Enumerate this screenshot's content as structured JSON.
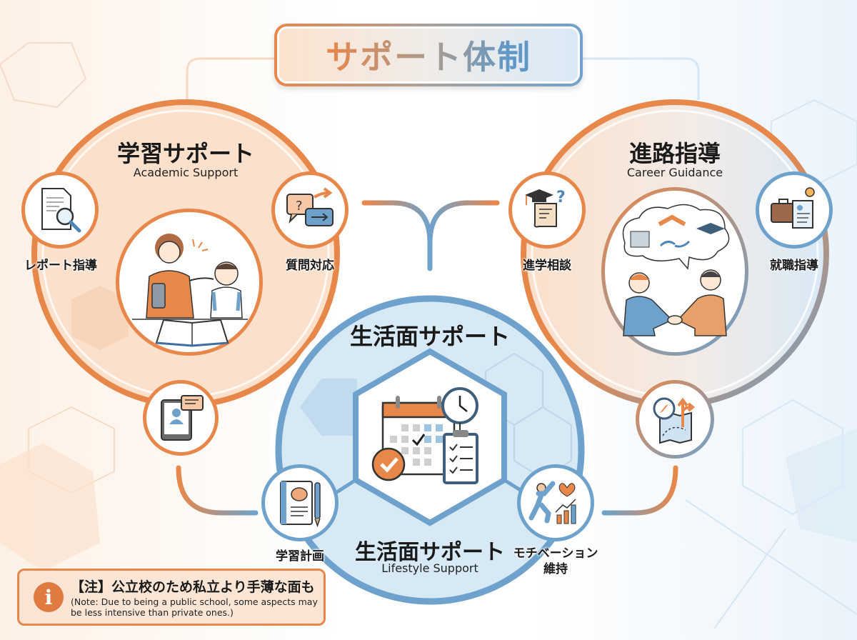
{
  "header": {
    "title": "サポート体制"
  },
  "academic": {
    "title": "学習サポート",
    "subtitle": "Academic Support",
    "items": [
      {
        "label": "レポート指導",
        "icon": "document-magnifier-icon"
      },
      {
        "label": "質問対応",
        "icon": "question-chat-icon"
      },
      {
        "label": "",
        "icon": "tablet-video-chat-icon"
      }
    ],
    "center_icon": "teacher-student-illustration"
  },
  "career": {
    "title": "進路指導",
    "subtitle": "Career Guidance",
    "items": [
      {
        "label": "進学相談",
        "icon": "graduation-cap-scroll-icon"
      },
      {
        "label": "就職指導",
        "icon": "briefcase-resume-icon"
      },
      {
        "label": "",
        "icon": "compass-map-icon"
      }
    ],
    "center_icon": "handshake-illustration"
  },
  "lifestyle": {
    "title_top": "生活面サポート",
    "title": "生活面サポート",
    "subtitle": "Lifestyle Support",
    "items": [
      {
        "label": "学習計画",
        "icon": "notebook-brain-icon"
      },
      {
        "label": "モチベーション",
        "label2": "維持",
        "icon": "motivation-chart-icon"
      }
    ],
    "center_icon": "calendar-clock-checklist-icon"
  },
  "note": {
    "icon": "i",
    "title": "【注】公立校のため私立より手薄な面も",
    "body": "(Note: Due to being a public school, some aspects may be less intensive than private ones.)"
  },
  "colors": {
    "orange": "#e8874a",
    "blue": "#6ea2cc",
    "orange_fill": "#fbe0cb",
    "blue_fill": "#d8e9f6"
  }
}
